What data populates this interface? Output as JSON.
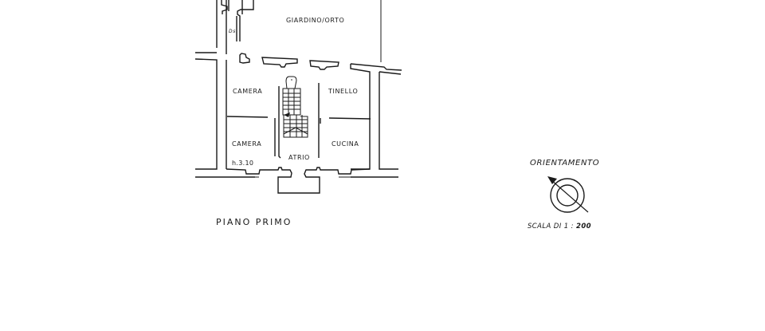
{
  "plan": {
    "title": "PIANO PRIMO",
    "rooms": {
      "garden": "GIARDINO/ORTO",
      "storage": "Ds.",
      "bedroom_1": "CAMERA",
      "bedroom_2": "CAMERA",
      "dining": "TINELLO",
      "kitchen": "CUCINA",
      "hall": "ATRIO"
    },
    "ceiling_height": "h.3.10"
  },
  "orientation": {
    "title": "ORIENTAMENTO",
    "icon": "compass-north-arrow-icon"
  },
  "scale": {
    "prefix": "SCALA DI 1 :",
    "value": "200"
  }
}
